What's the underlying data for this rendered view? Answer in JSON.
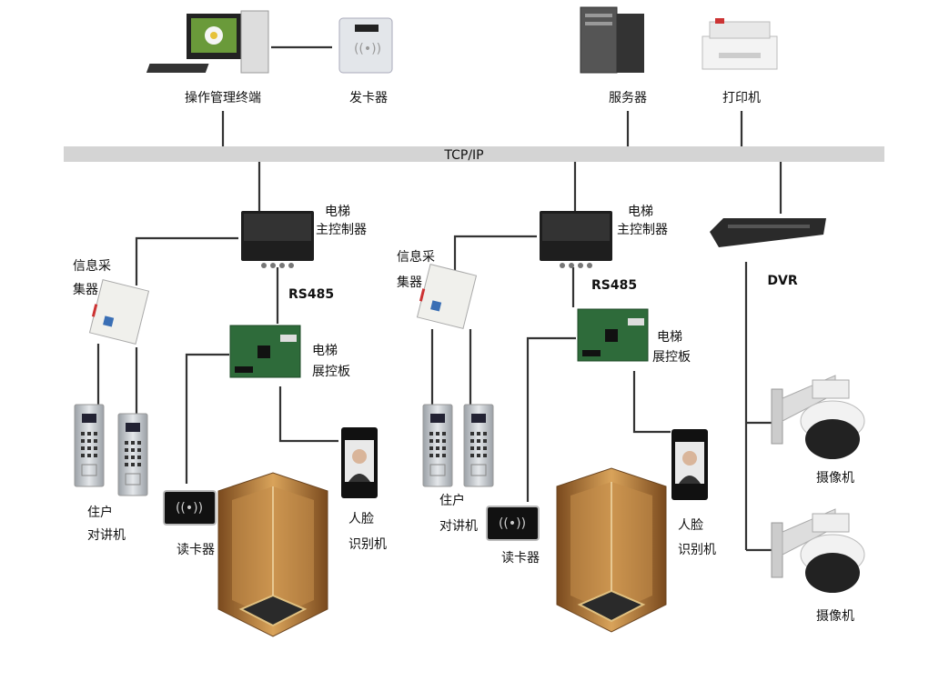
{
  "bus": {
    "label": "TCP/IP"
  },
  "top": {
    "terminal": "操作管理终端",
    "card_issuer": "发卡器",
    "server": "服务器",
    "printer": "打印机"
  },
  "left": {
    "controller_1": "电梯",
    "controller_2": "主控制器",
    "collector_1": "信息采",
    "collector_2": "集器",
    "rs485": "RS485",
    "board_1": "电梯",
    "board_2": "展控板",
    "intercom_1": "住户",
    "intercom_2": "对讲机",
    "reader": "读卡器",
    "face_1": "人脸",
    "face_2": "识别机"
  },
  "right": {
    "controller_1": "电梯",
    "controller_2": "主控制器",
    "collector_1": "信息采",
    "collector_2": "集器",
    "rs485": "RS485",
    "board_1": "电梯",
    "board_2": "展控板",
    "intercom_1": "住户",
    "intercom_2": "对讲机",
    "reader": "读卡器",
    "face_1": "人脸",
    "face_2": "识别机"
  },
  "dvr": {
    "label": "DVR"
  },
  "cameras": [
    {
      "label": "摄像机"
    },
    {
      "label": "摄像机"
    }
  ],
  "colors": {
    "bus": "#d4d4d4",
    "wire": "#333333",
    "board": "#2e6b3a",
    "elevator": "#b07a3a"
  }
}
